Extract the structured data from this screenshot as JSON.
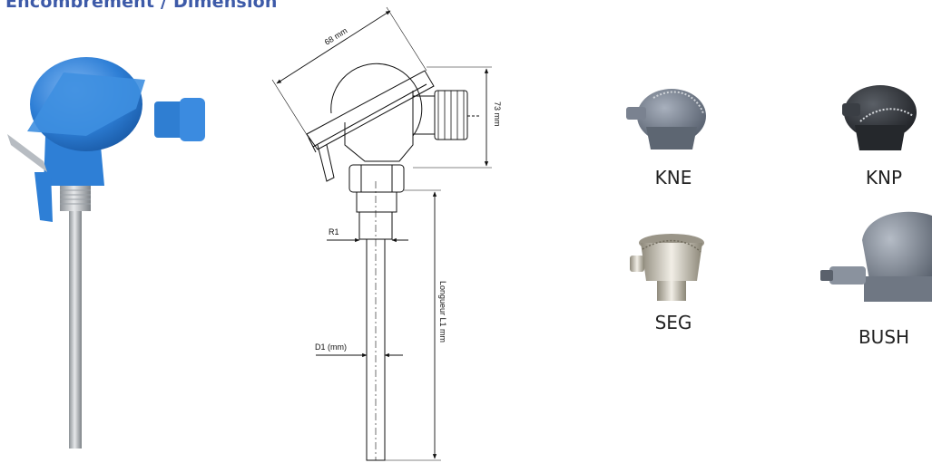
{
  "title": "Encombrement / Dimension",
  "diagram": {
    "width_label": "68 mm",
    "height_label": "73 mm",
    "thread_label": "R1",
    "diameter_label": "D1 (mm)",
    "length_label": "Longueur L1 mm"
  },
  "heads": [
    {
      "label": "KNE",
      "color": "#6b7585"
    },
    {
      "label": "KNP",
      "color": "#2f3338"
    },
    {
      "label": "SEG",
      "color": "#b9b4a8"
    },
    {
      "label": "BUSH",
      "color": "#7d8592"
    }
  ]
}
